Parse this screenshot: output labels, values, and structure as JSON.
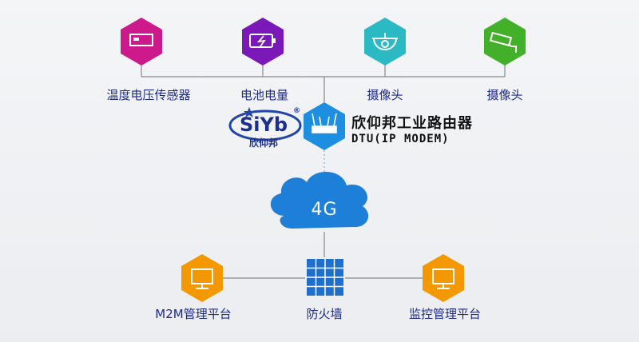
{
  "devices": [
    {
      "label": "温度电压传感器",
      "icon": "device-box-icon",
      "color": "#cc1a8c"
    },
    {
      "label": "电池电量",
      "icon": "battery-icon",
      "color": "#7a18b8"
    },
    {
      "label": "摄像头",
      "icon": "dome-camera-icon",
      "color": "#2bb9c4"
    },
    {
      "label": "摄像头",
      "icon": "bullet-camera-icon",
      "color": "#43b02a"
    }
  ],
  "brand": {
    "logo_text": "SiYb",
    "logo_cn": "欣仰邦",
    "registered": "®"
  },
  "router": {
    "title": "欣仰邦工业路由器",
    "subtitle": "DTU(IP MODEM)",
    "color": "#1e8fe0"
  },
  "network": {
    "label": "4G",
    "color": "#1e7fd9"
  },
  "bottom": {
    "left": {
      "label": "M2M管理平台",
      "icon": "monitor-icon",
      "color": "#f39800"
    },
    "center": {
      "label": "防火墙",
      "icon": "firewall-icon",
      "color": "#1f6fcc"
    },
    "right": {
      "label": "监控管理平台",
      "icon": "monitor-icon",
      "color": "#f39800"
    }
  }
}
